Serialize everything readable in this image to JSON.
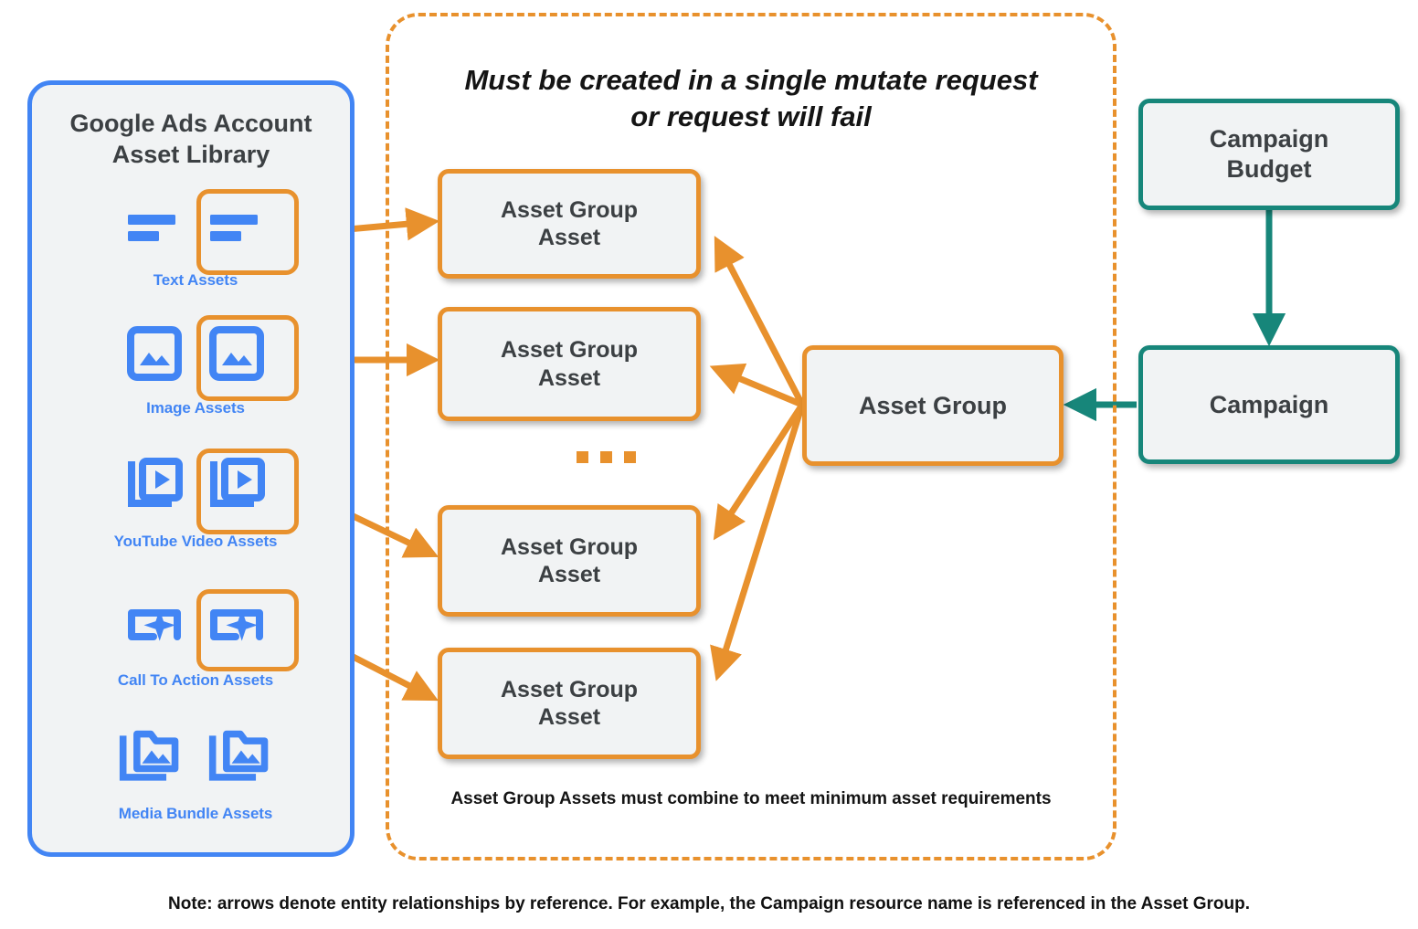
{
  "library": {
    "title": "Google Ads Account\nAsset Library",
    "border_color": "#4285F4",
    "assets": [
      {
        "label": "Text Assets",
        "icon": "text-asset-icon",
        "highlighted": true
      },
      {
        "label": "Image Assets",
        "icon": "image-asset-icon",
        "highlighted": true
      },
      {
        "label": "YouTube Video  Assets",
        "icon": "youtube-video-asset-icon",
        "highlighted": true
      },
      {
        "label": "Call To Action Assets",
        "icon": "call-to-action-asset-icon",
        "highlighted": true
      },
      {
        "label": "Media Bundle  Assets",
        "icon": "media-bundle-asset-icon",
        "highlighted": false
      }
    ]
  },
  "mutate_container": {
    "header": "Must be created in a single mutate request\nor request will fail",
    "footer": "Asset Group Assets must combine to meet minimum asset requirements",
    "border_color": "#E8912D",
    "ellipsis": "..."
  },
  "asset_group_assets": [
    {
      "label": "Asset Group\nAsset"
    },
    {
      "label": "Asset Group\nAsset"
    },
    {
      "label": "Asset Group\nAsset"
    },
    {
      "label": "Asset Group\nAsset"
    }
  ],
  "asset_group": {
    "label": "Asset Group",
    "border_color": "#E8912D"
  },
  "campaign_budget": {
    "label": "Campaign\nBudget",
    "border_color": "#17867A"
  },
  "campaign": {
    "label": "Campaign",
    "border_color": "#17867A"
  },
  "note": "Note: arrows denote entity relationships by reference. For example, the Campaign resource name is referenced in the Asset Group.",
  "colors": {
    "orange": "#E8912D",
    "teal": "#17867A",
    "blue": "#4285F4",
    "node_fill": "#F1F3F4",
    "text_dark": "#3C4043"
  }
}
